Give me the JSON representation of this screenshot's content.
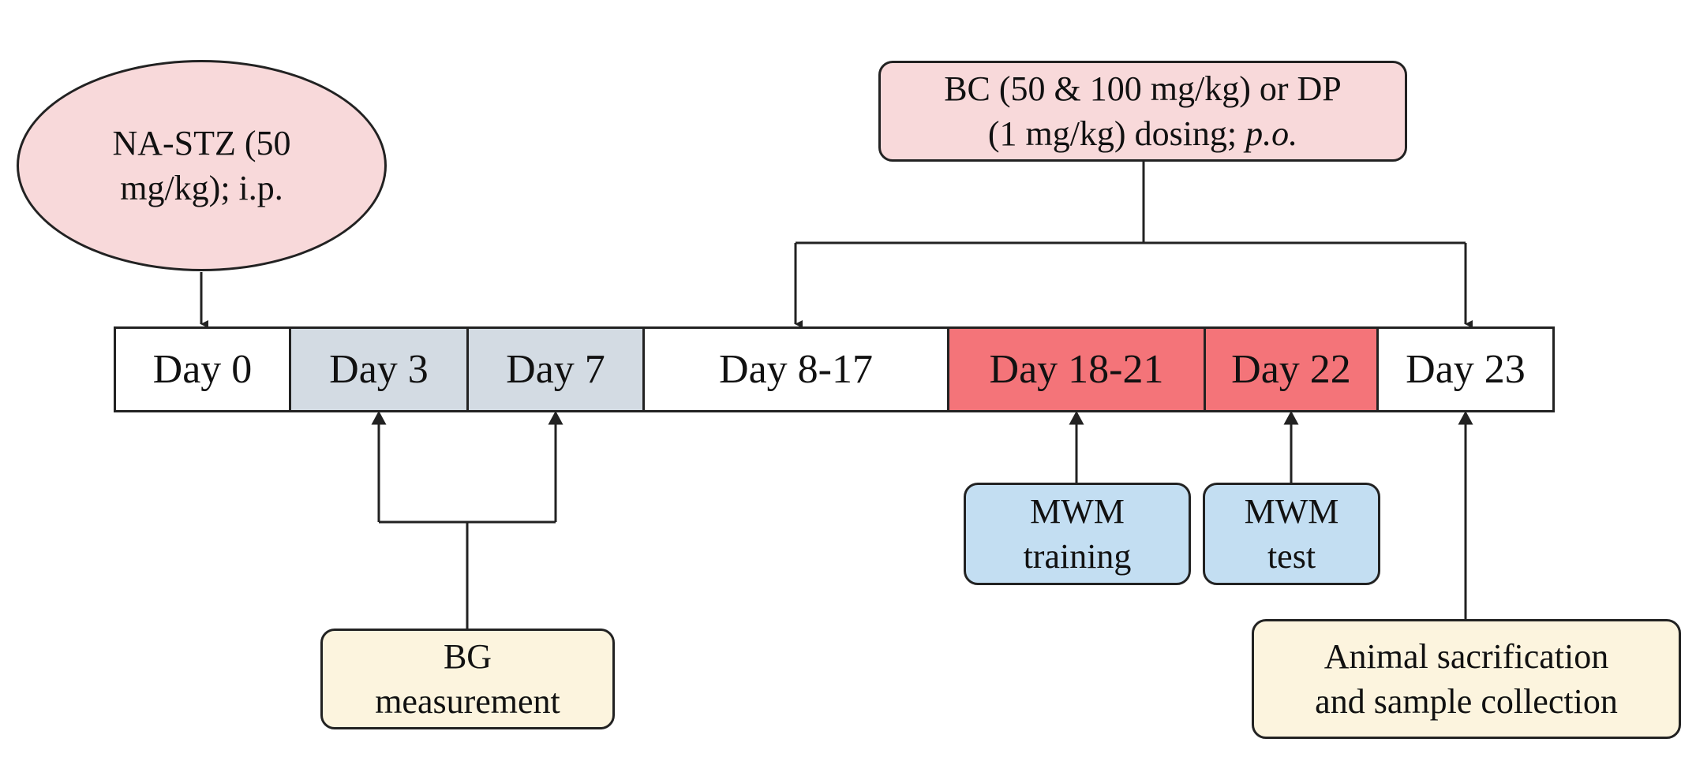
{
  "injection": {
    "line1": "NA-STZ (50",
    "line2": "mg/kg); i.p."
  },
  "dosing": {
    "line1": "BC (50 & 100 mg/kg) or DP",
    "line2_prefix": "(1 mg/kg) dosing; ",
    "line2_italic": "p.o."
  },
  "timeline": {
    "day0": "Day 0",
    "day3": "Day 3",
    "day7": "Day 7",
    "day8_17": "Day 8-17",
    "day18_21": "Day 18-21",
    "day22": "Day 22",
    "day23": "Day 23"
  },
  "bg_measurement": {
    "line1": "BG",
    "line2": "measurement"
  },
  "mwm_training": {
    "line1": "MWM",
    "line2": "training"
  },
  "mwm_test": {
    "line1": "MWM",
    "line2": "test"
  },
  "sacrifice": {
    "line1": "Animal sacrification",
    "line2": "and sample collection"
  },
  "colors": {
    "pink": "#f8d9da",
    "grey_blue": "#d3dbe3",
    "red": "#f47479",
    "cream": "#fcf4de",
    "light_blue": "#c3def2",
    "stroke": "#222222"
  }
}
